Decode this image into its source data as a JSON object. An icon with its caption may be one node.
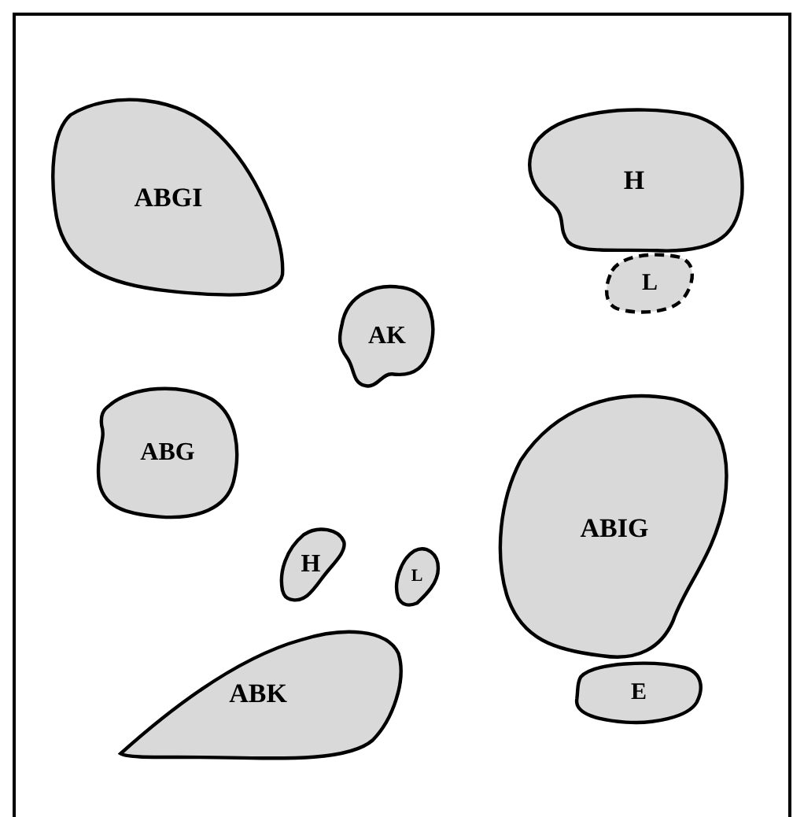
{
  "diagram": {
    "nodes": [
      {
        "text": [
          "ABGI"
        ]
      },
      {
        "text": [
          "H"
        ]
      },
      {
        "text": [
          "L"
        ]
      },
      {
        "text": [
          "AK"
        ]
      },
      {
        "text": [
          "ABG"
        ]
      },
      {
        "text": [
          "ABIG"
        ]
      },
      {
        "text": [
          "H"
        ]
      },
      {
        "text": [
          "L"
        ]
      },
      {
        "text": [
          "E"
        ]
      },
      {
        "text": [
          "ABK"
        ]
      }
    ]
  }
}
